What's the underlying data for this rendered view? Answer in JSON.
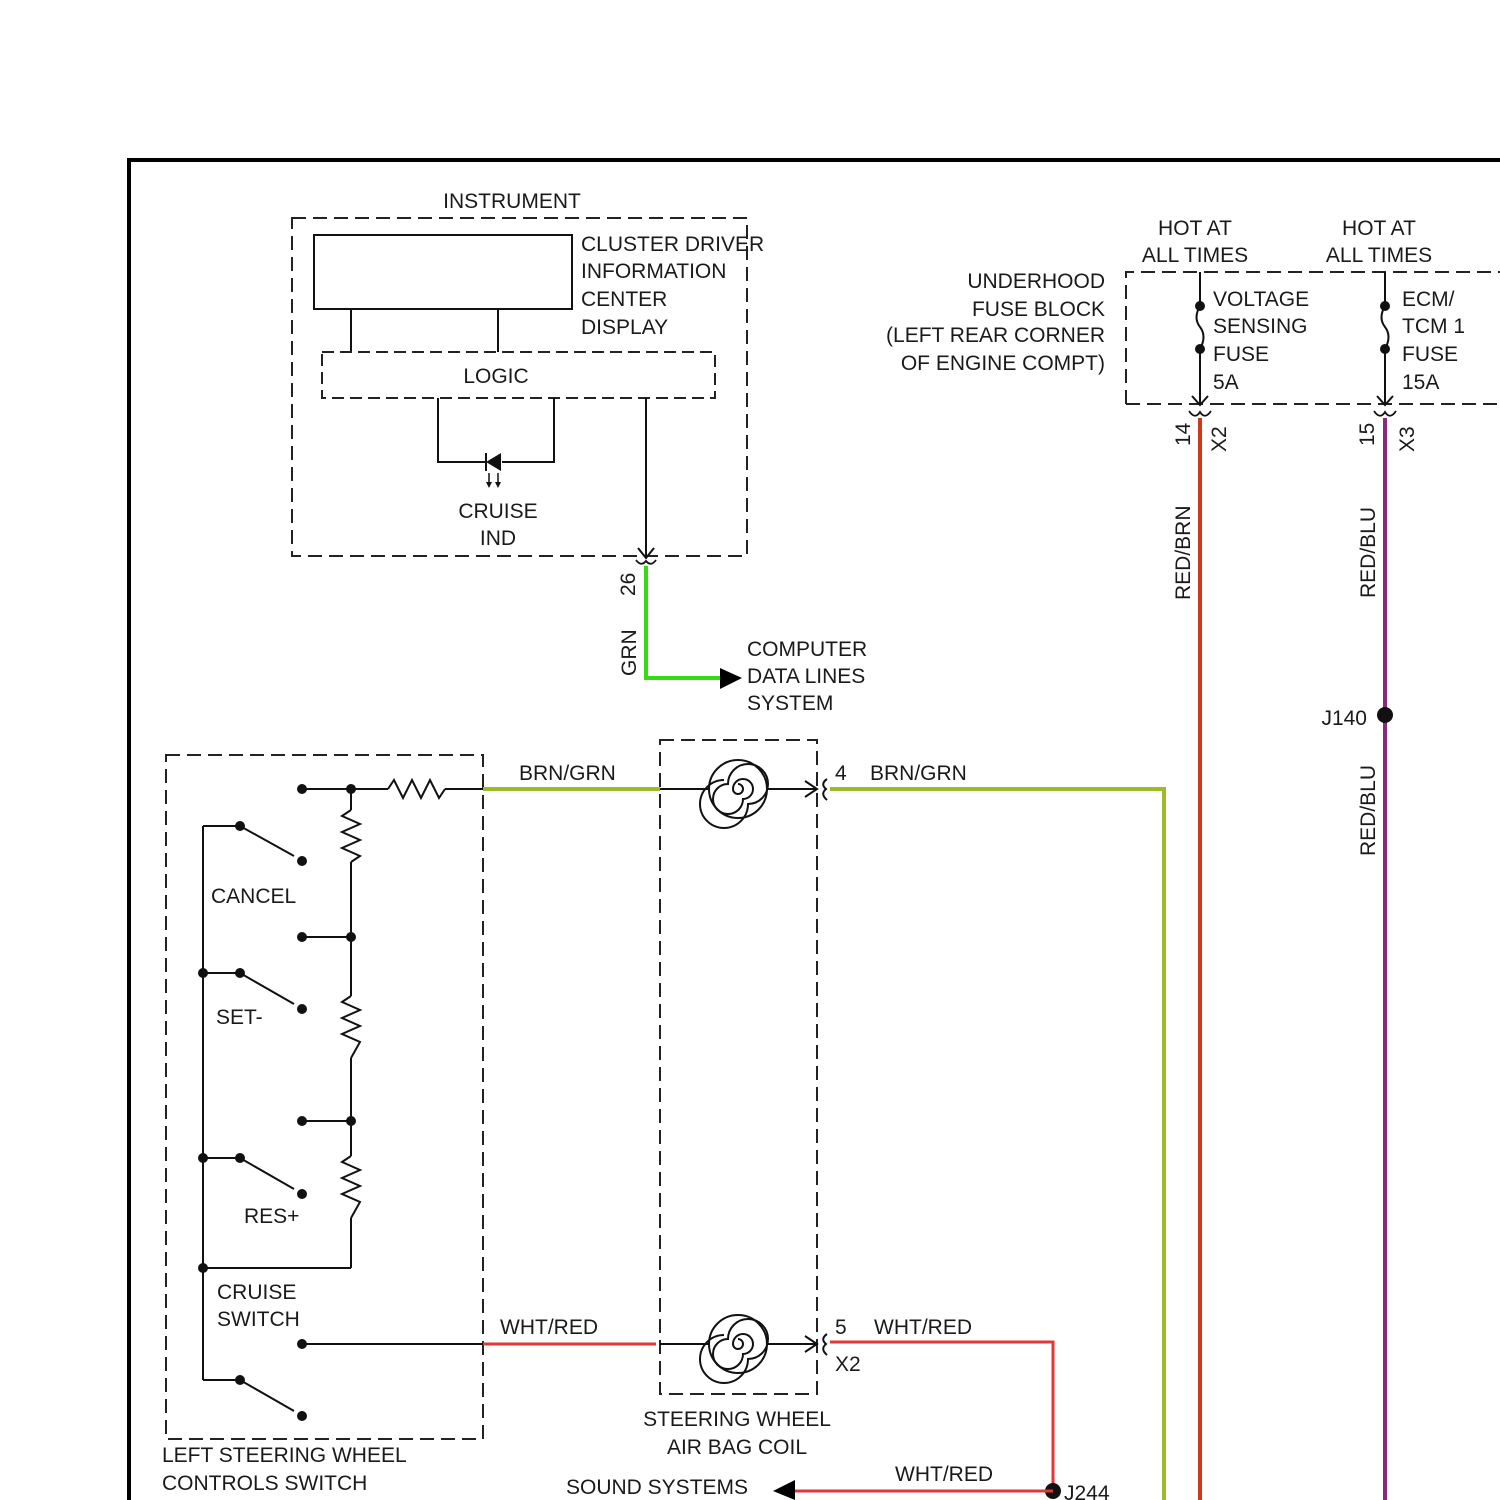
{
  "instrument_cluster": {
    "title": "INSTRUMENT",
    "display_label": [
      "CLUSTER DRIVER",
      "INFORMATION",
      "CENTER",
      "DISPLAY"
    ],
    "logic_label": "LOGIC",
    "indicator_label": [
      "CRUISE",
      "IND"
    ],
    "pin": "26",
    "wire": "GRN"
  },
  "computer_data_lines": [
    "COMPUTER",
    "DATA LINES",
    "SYSTEM"
  ],
  "fuse_block": {
    "label": [
      "UNDERHOOD",
      "FUSE BLOCK",
      "(LEFT REAR CORNER",
      "OF ENGINE COMPT)"
    ],
    "fuses": [
      {
        "hot_label": [
          "HOT AT",
          "ALL TIMES"
        ],
        "name": [
          "VOLTAGE",
          "SENSING",
          "FUSE",
          "5A"
        ],
        "pin": "14",
        "connector": "X2",
        "wire": "RED/BRN"
      },
      {
        "hot_label": [
          "HOT AT",
          "ALL TIMES"
        ],
        "name": [
          "ECM/",
          "TCM 1",
          "FUSE",
          "15A"
        ],
        "pin": "15",
        "connector": "X3",
        "wire": "RED/BLU",
        "wire_below_splice": "RED/BLU"
      }
    ],
    "splice": "J140"
  },
  "steering_switch": {
    "title": [
      "LEFT STEERING WHEEL",
      "CONTROLS SWITCH"
    ],
    "switches": [
      "CANCEL",
      "SET-",
      "RES+"
    ],
    "cruise_switch": [
      "CRUISE",
      "SWITCH"
    ],
    "wire_top": "BRN/GRN",
    "wire_bottom": "WHT/RED"
  },
  "airbag_coil": {
    "title": [
      "STEERING WHEEL",
      "AIR BAG COIL"
    ],
    "pin_top": "4",
    "wire_top": "BRN/GRN",
    "pin_bottom": "5",
    "wire_bottom": "WHT/RED",
    "connector": "X2"
  },
  "sound_systems": {
    "label": "SOUND SYSTEMS",
    "wire": "WHT/RED",
    "splice": "J244"
  },
  "colors": {
    "grn_wire": "#33dd11",
    "brn_grn_wire": "#9cbb2a",
    "wht_red_wire": "#e03838",
    "red_brn_wire": "#cc3a1a",
    "red_blu_wire": "#8a2a78"
  }
}
